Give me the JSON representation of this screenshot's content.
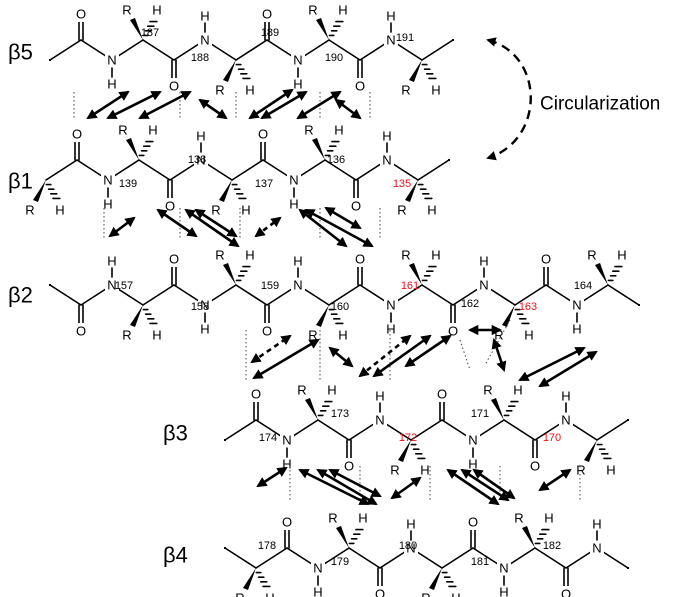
{
  "title": "",
  "legend": {
    "circularization_label": "Circularization"
  },
  "colors": {
    "ink": "#000000",
    "highlight_residue": "#e8141b"
  },
  "strands": [
    {
      "label": "β5",
      "residues": [
        {
          "number": "187",
          "highlight": false
        },
        {
          "number": "188",
          "highlight": false
        },
        {
          "number": "189",
          "highlight": false
        },
        {
          "number": "190",
          "highlight": false
        },
        {
          "number": "191",
          "highlight": false
        }
      ]
    },
    {
      "label": "β1",
      "residues": [
        {
          "number": "139",
          "highlight": false
        },
        {
          "number": "138",
          "highlight": false
        },
        {
          "number": "137",
          "highlight": false
        },
        {
          "number": "136",
          "highlight": false
        },
        {
          "number": "135",
          "highlight": true
        }
      ]
    },
    {
      "label": "β2",
      "residues": [
        {
          "number": "157",
          "highlight": false
        },
        {
          "number": "158",
          "highlight": false
        },
        {
          "number": "159",
          "highlight": false
        },
        {
          "number": "160",
          "highlight": false
        },
        {
          "number": "161",
          "highlight": true
        },
        {
          "number": "162",
          "highlight": false
        },
        {
          "number": "163",
          "highlight": true
        },
        {
          "number": "164",
          "highlight": false
        }
      ]
    },
    {
      "label": "β3",
      "residues": [
        {
          "number": "174",
          "highlight": false
        },
        {
          "number": "173",
          "highlight": false
        },
        {
          "number": "172",
          "highlight": true
        },
        {
          "number": "171",
          "highlight": false
        },
        {
          "number": "170",
          "highlight": true
        }
      ]
    },
    {
      "label": "β4",
      "residues": [
        {
          "number": "178",
          "highlight": false
        },
        {
          "number": "179",
          "highlight": false
        },
        {
          "number": "180",
          "highlight": false
        },
        {
          "number": "181",
          "highlight": false
        },
        {
          "number": "182",
          "highlight": false
        }
      ]
    }
  ],
  "atoms": {
    "oxygen": "O",
    "nitrogen": "N",
    "hydrogen": "H",
    "side_chain": "R"
  }
}
